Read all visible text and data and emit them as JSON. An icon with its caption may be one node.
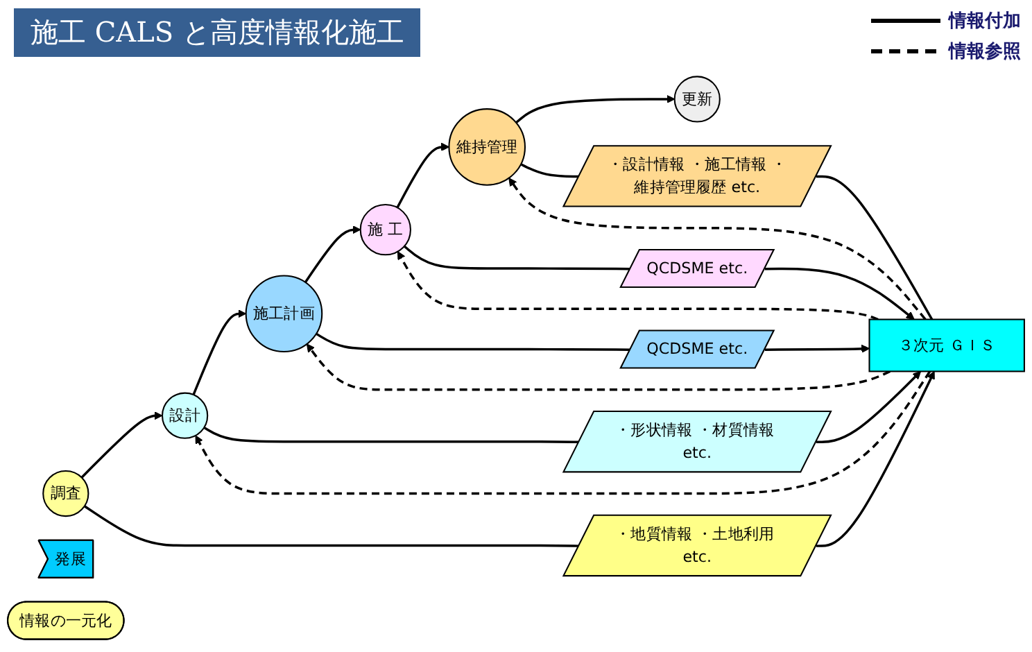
{
  "diagram": {
    "title": "施工 CALS と高度情報化施工",
    "nodes": [
      {
        "text": [
          "調査"
        ]
      },
      {
        "text": [
          "設計"
        ]
      },
      {
        "text": [
          "施工計画"
        ]
      },
      {
        "text": [
          "施 工"
        ]
      },
      {
        "text": [
          "維持管理"
        ]
      },
      {
        "text": [
          "更新"
        ]
      },
      {
        "text": [
          "発展"
        ]
      },
      {
        "text": [
          "・地質情報 ・土地利用 etc."
        ]
      },
      {
        "text": [
          "・形状情報 ・材質情報 etc."
        ]
      },
      {
        "text": [
          "QCDSME etc."
        ]
      },
      {
        "text": [
          "QCDSME etc."
        ]
      },
      {
        "text": [
          "・設計情報 ・施工情報 ・維持管理履歴 etc."
        ]
      },
      {
        "text": [
          "３次元 ＧＩＳ"
        ]
      },
      {
        "text": [
          "情報の一元化"
        ]
      }
    ],
    "edges": [
      {
        "from": 0,
        "to": 1,
        "arrow": "to"
      },
      {
        "from": 1,
        "to": 2,
        "arrow": "to"
      },
      {
        "from": 2,
        "to": 3,
        "arrow": "to"
      },
      {
        "from": 3,
        "to": 4,
        "arrow": "to"
      },
      {
        "from": 4,
        "to": 5,
        "arrow": "to"
      },
      {
        "from": 0,
        "to": 7,
        "arrow": "none"
      },
      {
        "from": 7,
        "to": 12,
        "arrow": "to"
      },
      {
        "from": 1,
        "to": 8,
        "arrow": "none"
      },
      {
        "from": 8,
        "to": 12,
        "arrow": "to"
      },
      {
        "from": 12,
        "to": 1,
        "arrow": "to",
        "style": "dashed"
      },
      {
        "from": 2,
        "to": 9,
        "arrow": "none"
      },
      {
        "from": 9,
        "to": 12,
        "arrow": "to"
      },
      {
        "from": 12,
        "to": 2,
        "arrow": "to",
        "style": "dashed"
      },
      {
        "from": 3,
        "to": 10,
        "arrow": "none"
      },
      {
        "from": 10,
        "to": 12,
        "arrow": "to"
      },
      {
        "from": 12,
        "to": 3,
        "arrow": "to",
        "style": "dashed"
      },
      {
        "from": 12,
        "to": 4,
        "arrow": "to",
        "style": "dashed"
      },
      {
        "from": 4,
        "to": 11,
        "arrow": "none"
      },
      {
        "from": 11,
        "to": 12,
        "arrow": "none"
      }
    ],
    "legend": [
      {
        "text": "情報付加"
      },
      {
        "text": "情報参照"
      }
    ]
  }
}
